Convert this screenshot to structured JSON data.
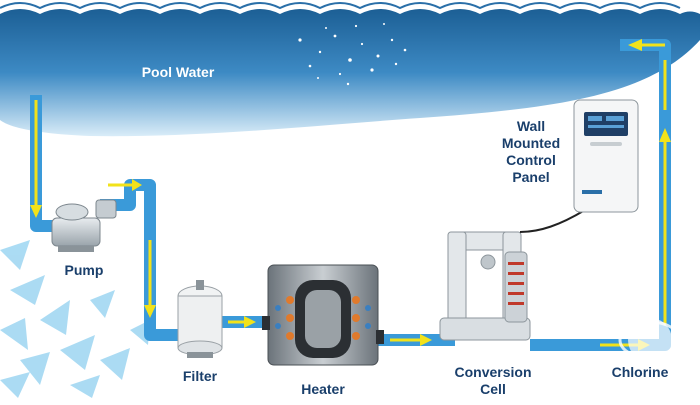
{
  "diagram": {
    "labels": {
      "pool_water": "Pool Water",
      "pump": "Pump",
      "filter": "Filter",
      "heater": "Heater",
      "conversion_cell": [
        "Conversion",
        "Cell"
      ],
      "control_panel": [
        "Wall",
        "Mounted",
        "Control",
        "Panel"
      ],
      "chlorine": "Chlorine"
    },
    "colors": {
      "pipe": "#3a9ad9",
      "arrow": "#f2e21a",
      "water_dark": "#1c5f95",
      "water_light": "#cfe6f5",
      "label": "#1a3f6b"
    },
    "flow_path": [
      "Pool Water",
      "Pump",
      "Filter",
      "Heater",
      "Conversion Cell",
      "Chlorine",
      "Pool Water"
    ]
  }
}
